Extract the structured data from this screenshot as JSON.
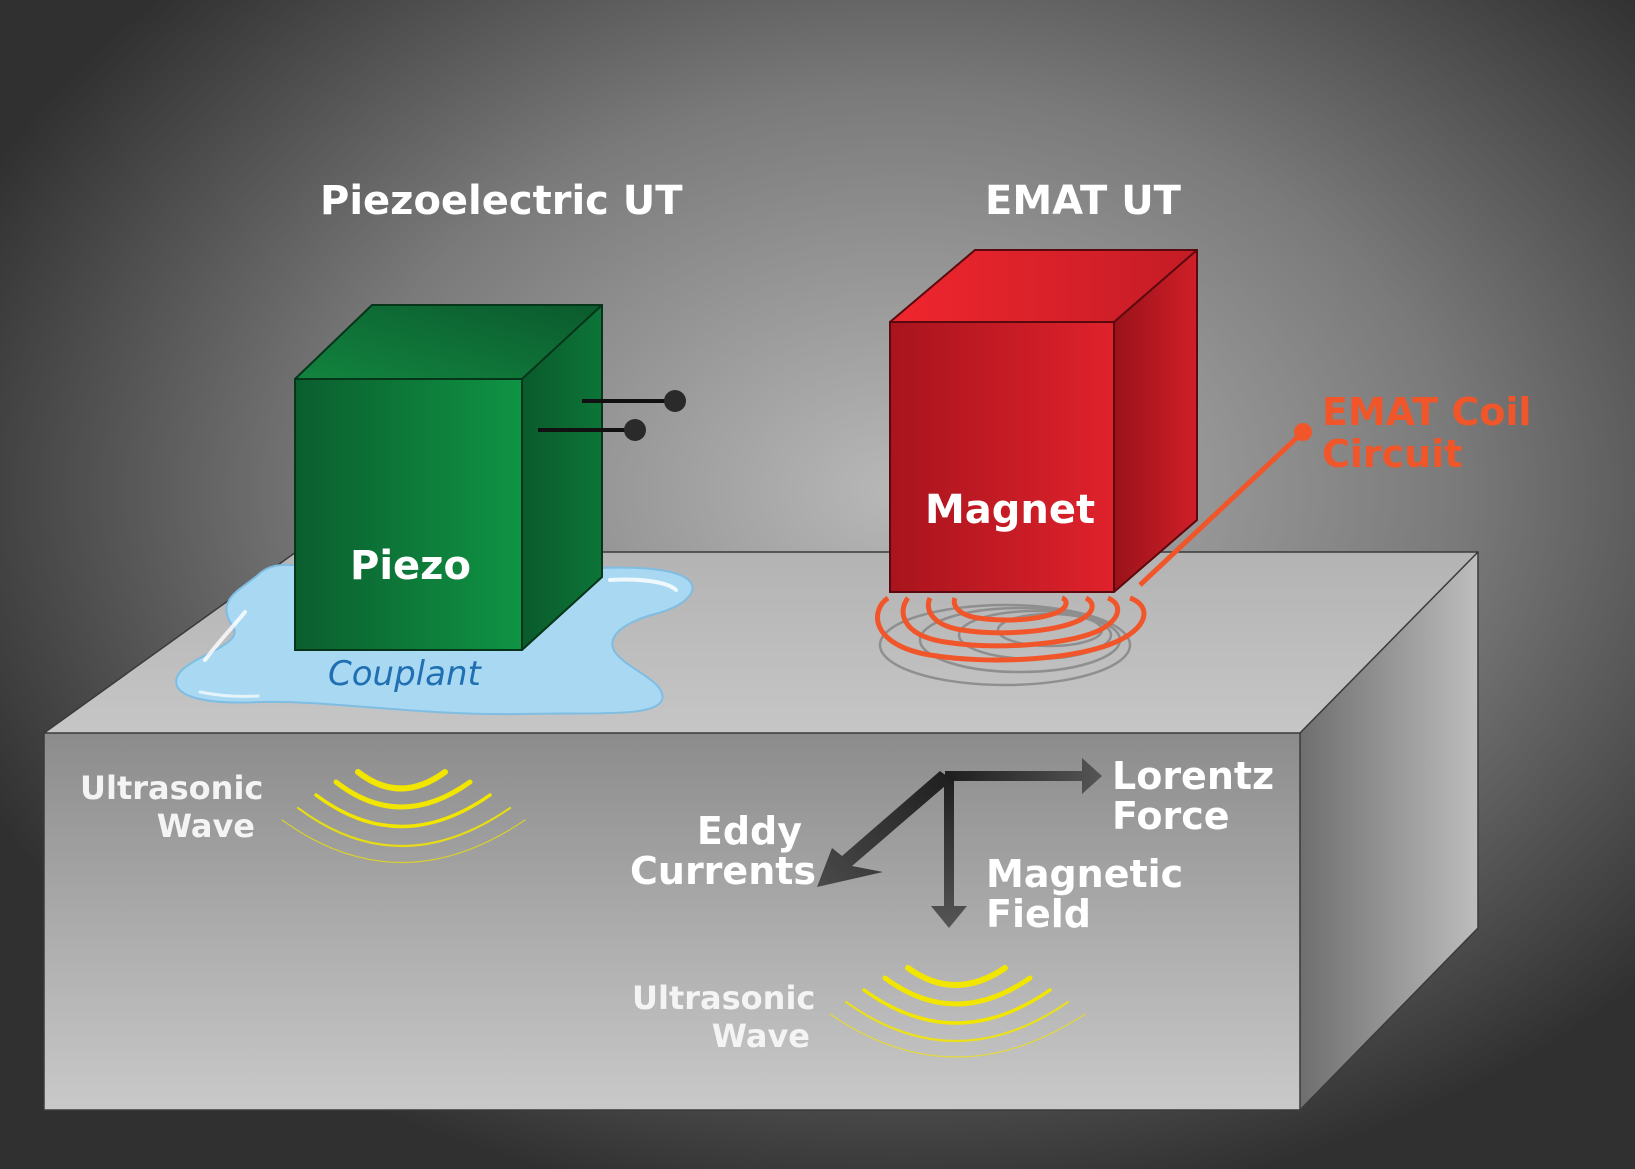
{
  "titles": {
    "piezo": "Piezoelectric UT",
    "emat": "EMAT UT"
  },
  "blocks": {
    "piezo": "Piezo",
    "magnet": "Magnet"
  },
  "labels": {
    "couplant": "Couplant",
    "emat_coil_line1": "EMAT Coil",
    "emat_coil_line2": "Circuit",
    "ultrasonic_left_line1": "Ultrasonic",
    "ultrasonic_left_line2": "Wave",
    "ultrasonic_bottom_line1": "Ultrasonic",
    "ultrasonic_bottom_line2": "Wave",
    "lorentz_line1": "Lorentz",
    "lorentz_line2": "Force",
    "eddy_line1": "Eddy",
    "eddy_line2": "Currents",
    "magnetic_line1": "Magnetic",
    "magnetic_line2": "Field"
  },
  "colors": {
    "background": "#2f2f2f",
    "piezo_block": "#0d8a3e",
    "magnet_block": "#d1202a",
    "coil": "#f0562a",
    "couplant": "#a8d8f2",
    "wave": "#f2e600",
    "arrow": "#3a3a3a",
    "specimen": "#b8b8b8"
  }
}
